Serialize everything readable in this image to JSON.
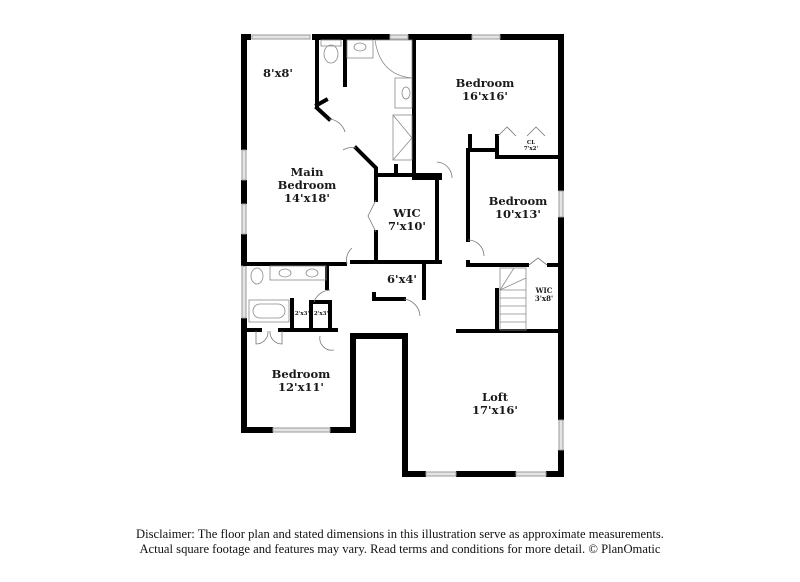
{
  "floor_plan": {
    "rooms": [
      {
        "id": "closet-8x8",
        "name": "",
        "dims": "8'x8'"
      },
      {
        "id": "main-bedroom",
        "name": "Main\nBedroom",
        "name_line1": "Main",
        "name_line2": "Bedroom",
        "dims": "14'x18'"
      },
      {
        "id": "bedroom-1",
        "name": "Bedroom",
        "dims": "16'x16'"
      },
      {
        "id": "closet-cl",
        "name": "CL",
        "dims": "7'x2'"
      },
      {
        "id": "bedroom-2",
        "name": "Bedroom",
        "dims": "10'x13'"
      },
      {
        "id": "wic-main",
        "name": "WIC",
        "dims": "7'x10'"
      },
      {
        "id": "storage-6x4",
        "name": "",
        "dims": "6'x4'"
      },
      {
        "id": "wic-small",
        "name": "WIC",
        "dims": "3'x8'"
      },
      {
        "id": "linen-1",
        "name": "",
        "dims": "2'x3'"
      },
      {
        "id": "linen-2",
        "name": "",
        "dims": "2'x3'"
      },
      {
        "id": "bedroom-3",
        "name": "Bedroom",
        "dims": "12'x11'"
      },
      {
        "id": "loft",
        "name": "Loft",
        "dims": "17'x16'"
      }
    ],
    "colors": {
      "wall": "#000000",
      "window": "#d9d9d9",
      "fixture": "#888888",
      "background": "#ffffff"
    }
  },
  "disclaimer": {
    "line1": "Disclaimer: The floor plan and stated dimensions in this illustration serve as approximate measurements.",
    "line2": "Actual square footage and features may vary. Read terms and conditions for more detail. © PlanOmatic"
  }
}
